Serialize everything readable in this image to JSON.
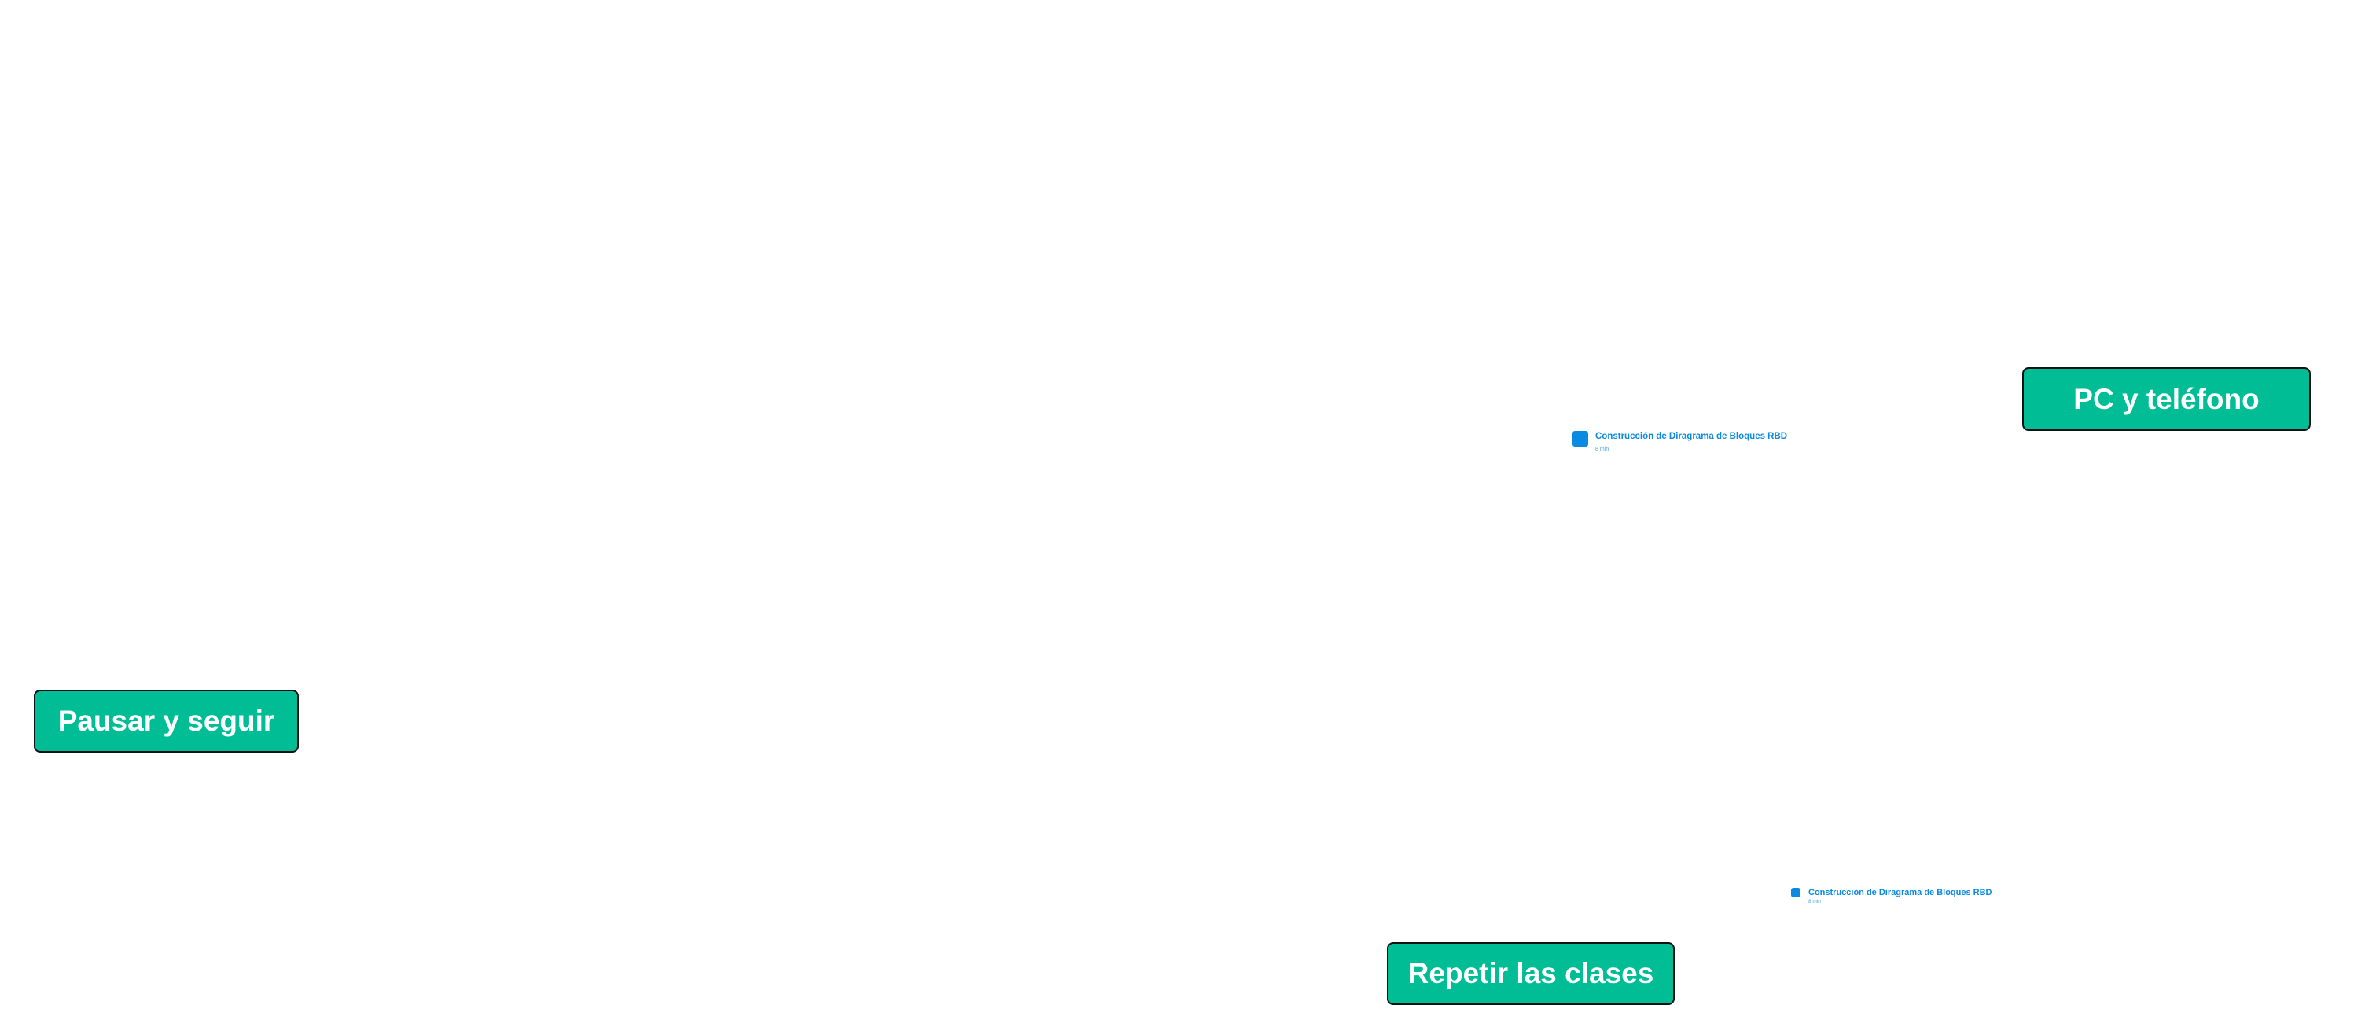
{
  "tags": {
    "pc_telefono": "PC y teléfono",
    "pausar_seguir": "Pausar y seguir",
    "repetir_clases": "Repetir las clases"
  },
  "lessons": [
    {
      "title": "Construcción de Diragrama de Bloques RBD",
      "duration": "8 min",
      "icon": "lesson-video-icon"
    },
    {
      "title": "Construcción de Diragrama de Bloques RBD",
      "duration": "8 min",
      "icon": "lesson-video-icon"
    }
  ],
  "colors": {
    "background": "#ffffff",
    "pill_fill": "#00bd96",
    "pill_border": "#111111",
    "pill_text": "#ffffff",
    "lesson_accent": "#0a8ae0"
  }
}
